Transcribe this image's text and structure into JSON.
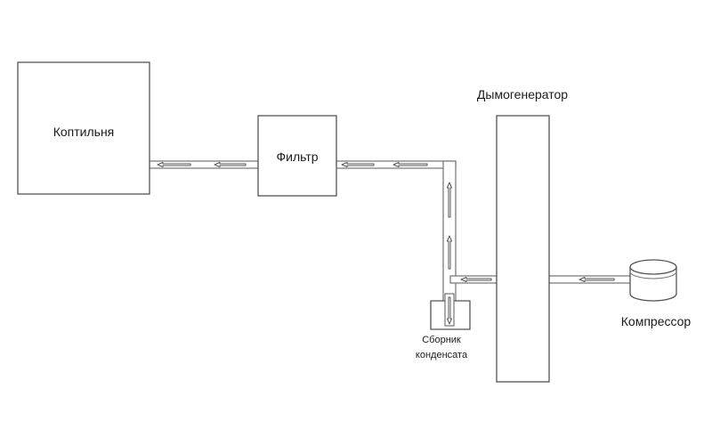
{
  "labels": {
    "smokehouse": "Коптильня",
    "filter": "Фильтр",
    "smoke_generator": "Дымогенератор",
    "compressor": "Компрессор",
    "condensate_collector": [
      "Сборник",
      "конденсата"
    ]
  },
  "colors": {
    "stroke": "#555555",
    "background": "#ffffff",
    "text": "#1a1a1a"
  }
}
